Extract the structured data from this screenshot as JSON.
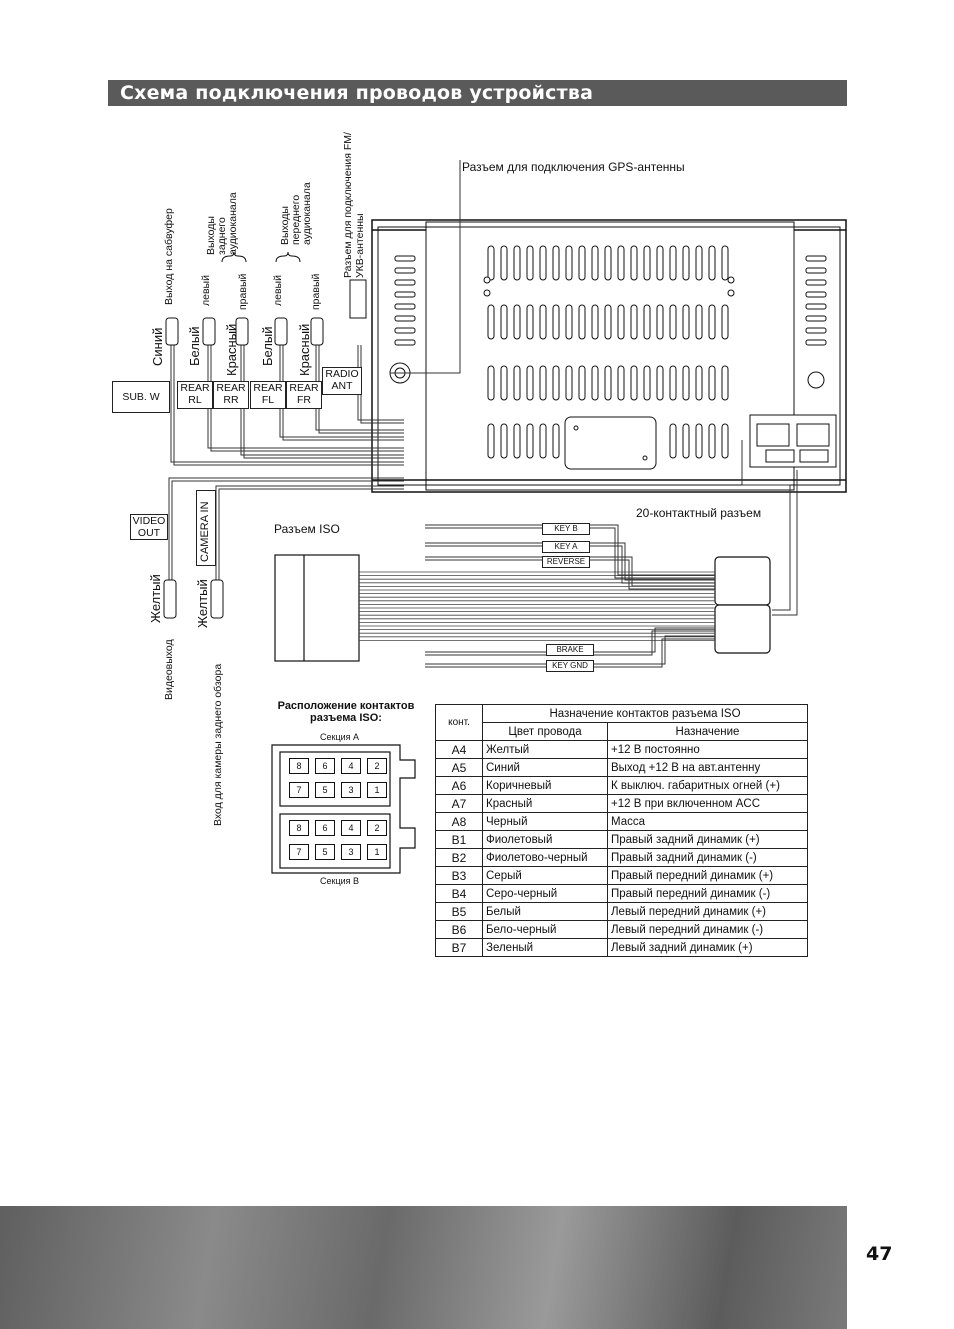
{
  "title": "Схема подключения проводов устройства",
  "page_number": "47",
  "labels": {
    "gps": "Разъем для подключения GPS-антенны",
    "fm": "Разъем для подключения FM/УКВ-антенны",
    "subwoofer_out": "Выход на сабвуфер",
    "rear_out": "Выходы заднего аудиоканала",
    "front_out": "Выходы переднего аудиоканала",
    "left": "левый",
    "right": "правый",
    "blue": "Синий",
    "white": "Белый",
    "red": "Красный",
    "yellow": "Желтый",
    "video_out_desc": "Видеовыход",
    "camera_in_desc": "Вход для камеры заднего обзора",
    "iso_connector": "Разъем ISO",
    "connector20": "20-контактный разъем",
    "pin_layout_title": "Расположение контактов разъема ISO:",
    "section_a": "Секция A",
    "section_b": "Секция B"
  },
  "boxes": {
    "subw": "SUB. W",
    "rear_rl": "REAR RL",
    "rear_rr": "REAR RR",
    "rear_fl": "REAR FL",
    "rear_fr": "REAR FR",
    "radio_ant": "RADIO ANT",
    "video_out": "VIDEO OUT",
    "camera_in": "CAMERA IN"
  },
  "wire_tags": {
    "key_b": "KEY B",
    "key_a": "KEY A",
    "reverse": "REVERSE",
    "brake": "BRAKE",
    "key_gnd": "KEY GND"
  },
  "pins_section_a": [
    [
      "8",
      "6",
      "4",
      "2"
    ],
    [
      "7",
      "5",
      "3",
      "1"
    ]
  ],
  "pins_section_b": [
    [
      "8",
      "6",
      "4",
      "2"
    ],
    [
      "7",
      "5",
      "3",
      "1"
    ]
  ],
  "iso_table": {
    "col_pin": "конт.",
    "header_span": "Назначение контактов разъема ISO",
    "col_color": "Цвет провода",
    "col_purpose": "Назначение",
    "rows": [
      {
        "pin": "A4",
        "color": "Желтый",
        "purpose": "+12 В постоянно"
      },
      {
        "pin": "A5",
        "color": "Синий",
        "purpose": "Выход +12 В на авт.антенну"
      },
      {
        "pin": "A6",
        "color": "Коричневый",
        "purpose": "К выключ. габаритных огней (+)"
      },
      {
        "pin": "A7",
        "color": "Красный",
        "purpose": "+12 В при включенном ACC"
      },
      {
        "pin": "A8",
        "color": "Черный",
        "purpose": "Масса"
      },
      {
        "pin": "B1",
        "color": "Фиолетовый",
        "purpose": "Правый задний динамик (+)"
      },
      {
        "pin": "B2",
        "color": "Фиолетово-черный",
        "purpose": "Правый задний динамик (-)"
      },
      {
        "pin": "B3",
        "color": "Серый",
        "purpose": "Правый передний динамик (+)"
      },
      {
        "pin": "B4",
        "color": "Серо-черный",
        "purpose": "Правый передний динамик (-)"
      },
      {
        "pin": "B5",
        "color": "Белый",
        "purpose": "Левый передний динамик (+)"
      },
      {
        "pin": "B6",
        "color": "Бело-черный",
        "purpose": "Левый передний динамик (-)"
      },
      {
        "pin": "B7",
        "color": "Зеленый",
        "purpose": "Левый задний динамик (+)"
      }
    ]
  }
}
